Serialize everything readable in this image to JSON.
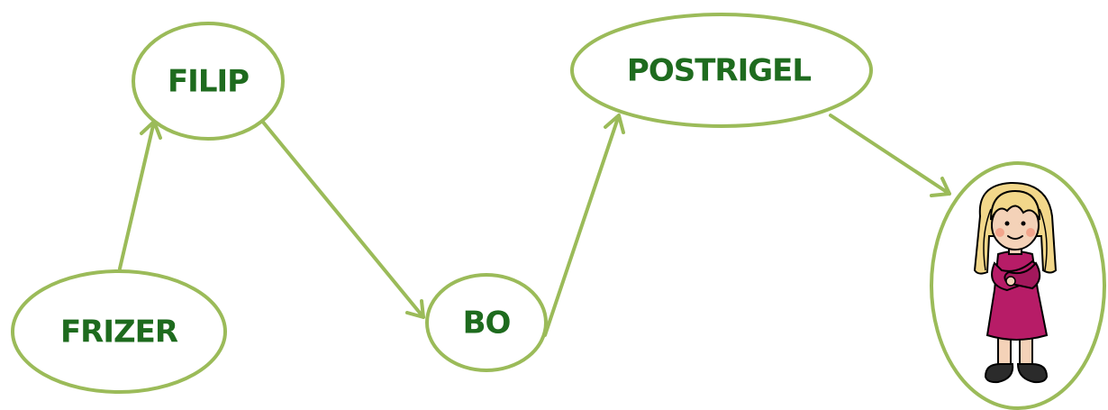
{
  "diagram": {
    "accent_color": "#9bbb59",
    "text_color": "#1e6b1e",
    "nodes": {
      "frizer": {
        "label": "FRIZER"
      },
      "filip": {
        "label": "FILIP"
      },
      "bo": {
        "label": "BO"
      },
      "postrigel": {
        "label": "POSTRIGEL"
      },
      "girl": {
        "icon": "girl-illustration"
      }
    },
    "edges": [
      {
        "from": "FRIZER",
        "to": "FILIP"
      },
      {
        "from": "FILIP",
        "to": "BO"
      },
      {
        "from": "BO",
        "to": "POSTRIGEL"
      },
      {
        "from": "POSTRIGEL",
        "to": "girl-illustration"
      }
    ]
  }
}
